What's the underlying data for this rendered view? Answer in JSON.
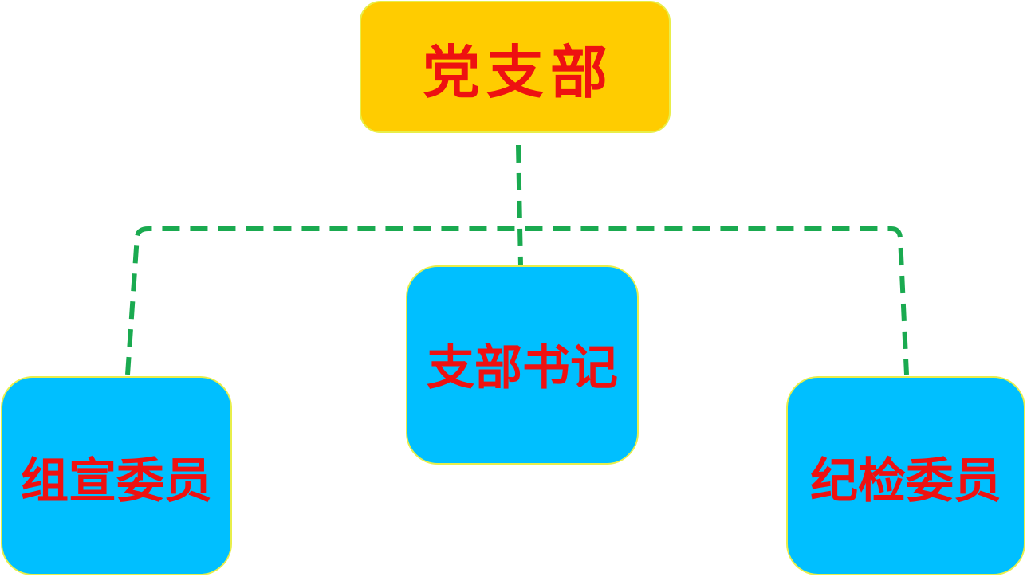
{
  "diagram": {
    "root": {
      "label": "党支部"
    },
    "children": [
      {
        "key": "secretary",
        "label": "支部书记"
      },
      {
        "key": "organization",
        "label": "组宣委员"
      },
      {
        "key": "discipline",
        "label": "纪检委员"
      }
    ]
  },
  "colors": {
    "root_fill": "#ffcc00",
    "child_fill": "#00bfff",
    "node_border": "#e8ee4a",
    "text": "#ee1111",
    "connector": "#1aaa50"
  }
}
